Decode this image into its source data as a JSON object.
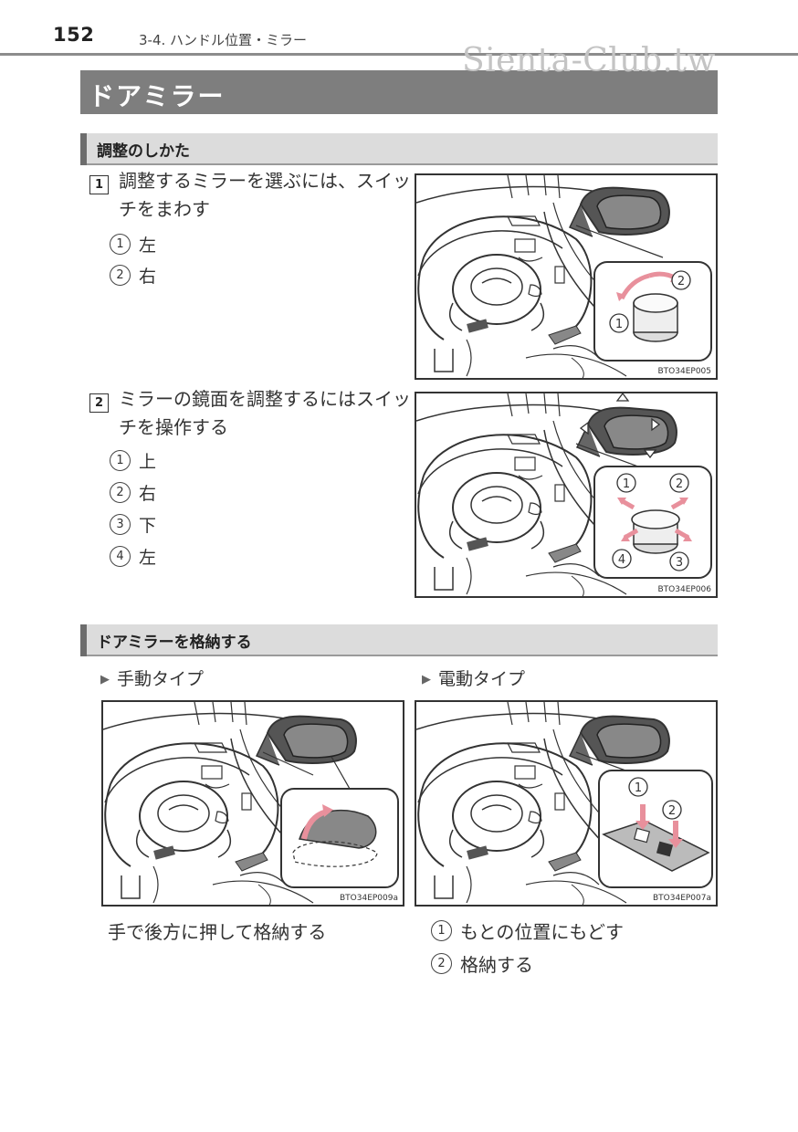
{
  "header": {
    "page_number": "152",
    "chapter": "3-4. ハンドル位置・ミラー",
    "watermark": "Sienta-Club.tw"
  },
  "title": "ドアミラー",
  "section1": {
    "heading": "調整のしかた",
    "step1": {
      "num": "1",
      "text": "調整するミラーを選ぶには、スイッチをまわす",
      "items": [
        {
          "num": "1",
          "label": "左"
        },
        {
          "num": "2",
          "label": "右"
        }
      ],
      "figure_code": "BTO34EP005"
    },
    "step2": {
      "num": "2",
      "text": "ミラーの鏡面を調整するにはスイッチを操作する",
      "items": [
        {
          "num": "1",
          "label": "上"
        },
        {
          "num": "2",
          "label": "右"
        },
        {
          "num": "3",
          "label": "下"
        },
        {
          "num": "4",
          "label": "左"
        }
      ],
      "figure_code": "BTO34EP006"
    }
  },
  "section2": {
    "heading": "ドアミラーを格納する",
    "manual": {
      "label": "手動タイプ",
      "figure_code": "BTO34EP009a",
      "caption": "手で後方に押して格納する"
    },
    "electric": {
      "label": "電動タイプ",
      "figure_code": "BTO34EP007a",
      "items": [
        {
          "num": "1",
          "label": "もとの位置にもどす"
        },
        {
          "num": "2",
          "label": "格納する"
        }
      ]
    }
  },
  "colors": {
    "title_bar": "#7e7e7e",
    "section_bar": "#dcdcdc",
    "arrow_pink": "#e8909c"
  }
}
